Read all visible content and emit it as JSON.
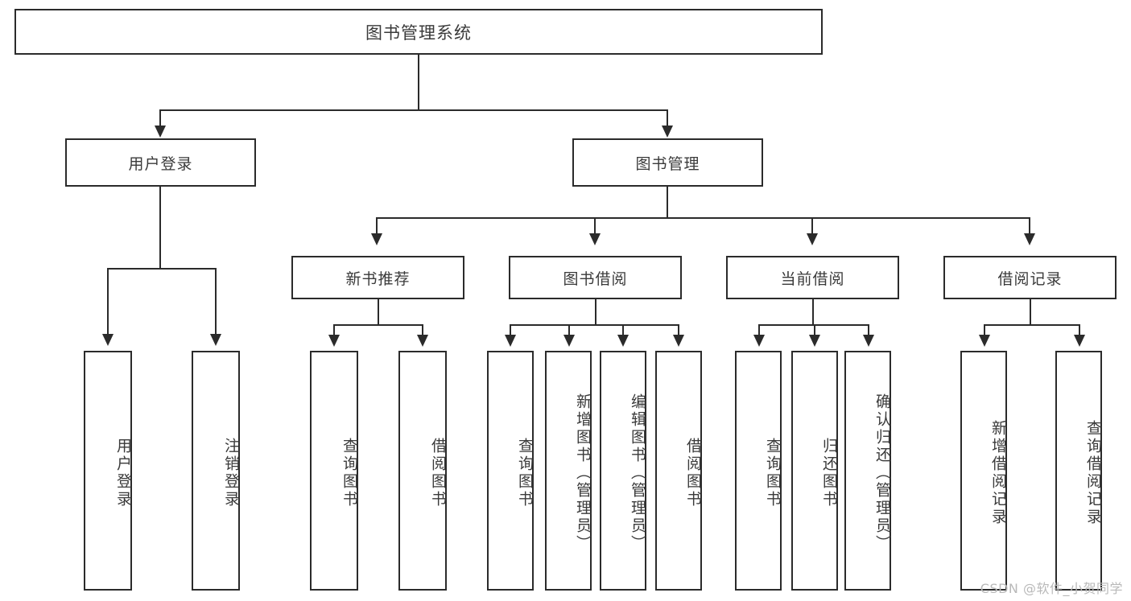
{
  "diagram": {
    "type": "tree",
    "title": "图书管理系统",
    "watermark": "CSDN @软件_小贺同学",
    "colors": {
      "stroke": "#2b2b2b",
      "text": "#3a3a3a",
      "background": "#ffffff",
      "watermark": "#b9b9b9"
    },
    "root": {
      "label": "图书管理系统"
    },
    "level1": [
      {
        "label": "用户登录"
      },
      {
        "label": "图书管理"
      }
    ],
    "level2": [
      {
        "label": "新书推荐"
      },
      {
        "label": "图书借阅"
      },
      {
        "label": "当前借阅"
      },
      {
        "label": "借阅记录"
      }
    ],
    "leaves": {
      "user_login": [
        {
          "label": "用户登录"
        },
        {
          "label": "注销登录"
        }
      ],
      "new_book": [
        {
          "label": "查询图书"
        },
        {
          "label": "借阅图书"
        }
      ],
      "book_borrow": [
        {
          "label": "查询图书"
        },
        {
          "label": "新增图书（管理员）"
        },
        {
          "label": "编辑图书（管理员）"
        },
        {
          "label": "借阅图书"
        }
      ],
      "current_borrow": [
        {
          "label": "查询图书"
        },
        {
          "label": "归还图书"
        },
        {
          "label": "确认归还（管理员）"
        }
      ],
      "borrow_record": [
        {
          "label": "新增借阅记录"
        },
        {
          "label": "查询借阅记录"
        }
      ]
    }
  }
}
